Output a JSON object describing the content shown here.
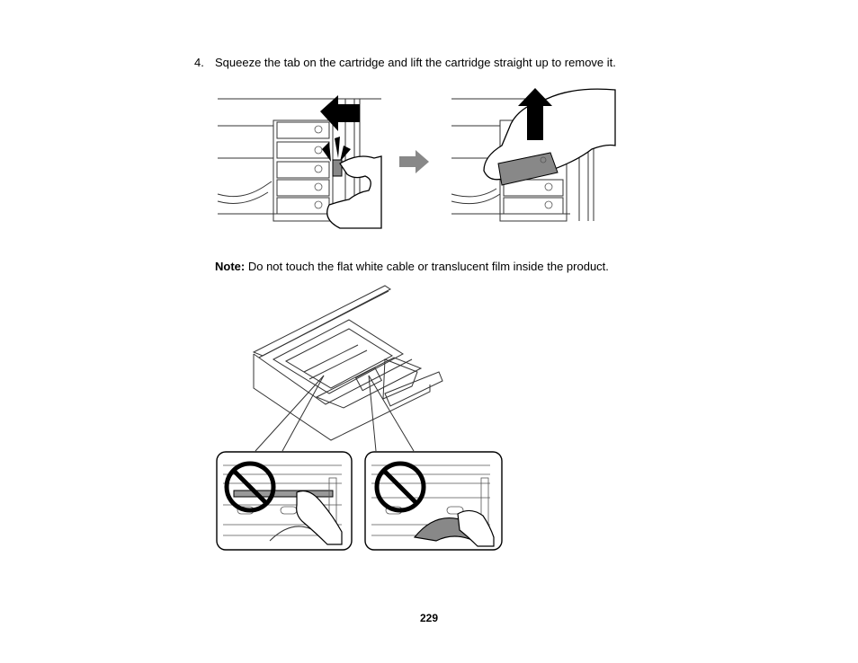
{
  "step": {
    "number": "4.",
    "text": "Squeeze the tab on the cartridge and lift the cartridge straight up to remove it."
  },
  "note": {
    "label": "Note:",
    "text": "Do not touch the flat white cable or translucent film inside the product."
  },
  "page_number": "229",
  "figures": [
    {
      "name": "squeeze-tab-illustration",
      "icon": "left-arrow-icon"
    },
    {
      "name": "transition-arrow",
      "icon": "right-arrow-icon"
    },
    {
      "name": "lift-cartridge-illustration",
      "icon": "up-arrow-icon"
    },
    {
      "name": "printer-open-illustration"
    },
    {
      "name": "no-touch-cable-panel",
      "icon": "prohibition-icon"
    },
    {
      "name": "no-touch-film-panel",
      "icon": "prohibition-icon"
    }
  ]
}
